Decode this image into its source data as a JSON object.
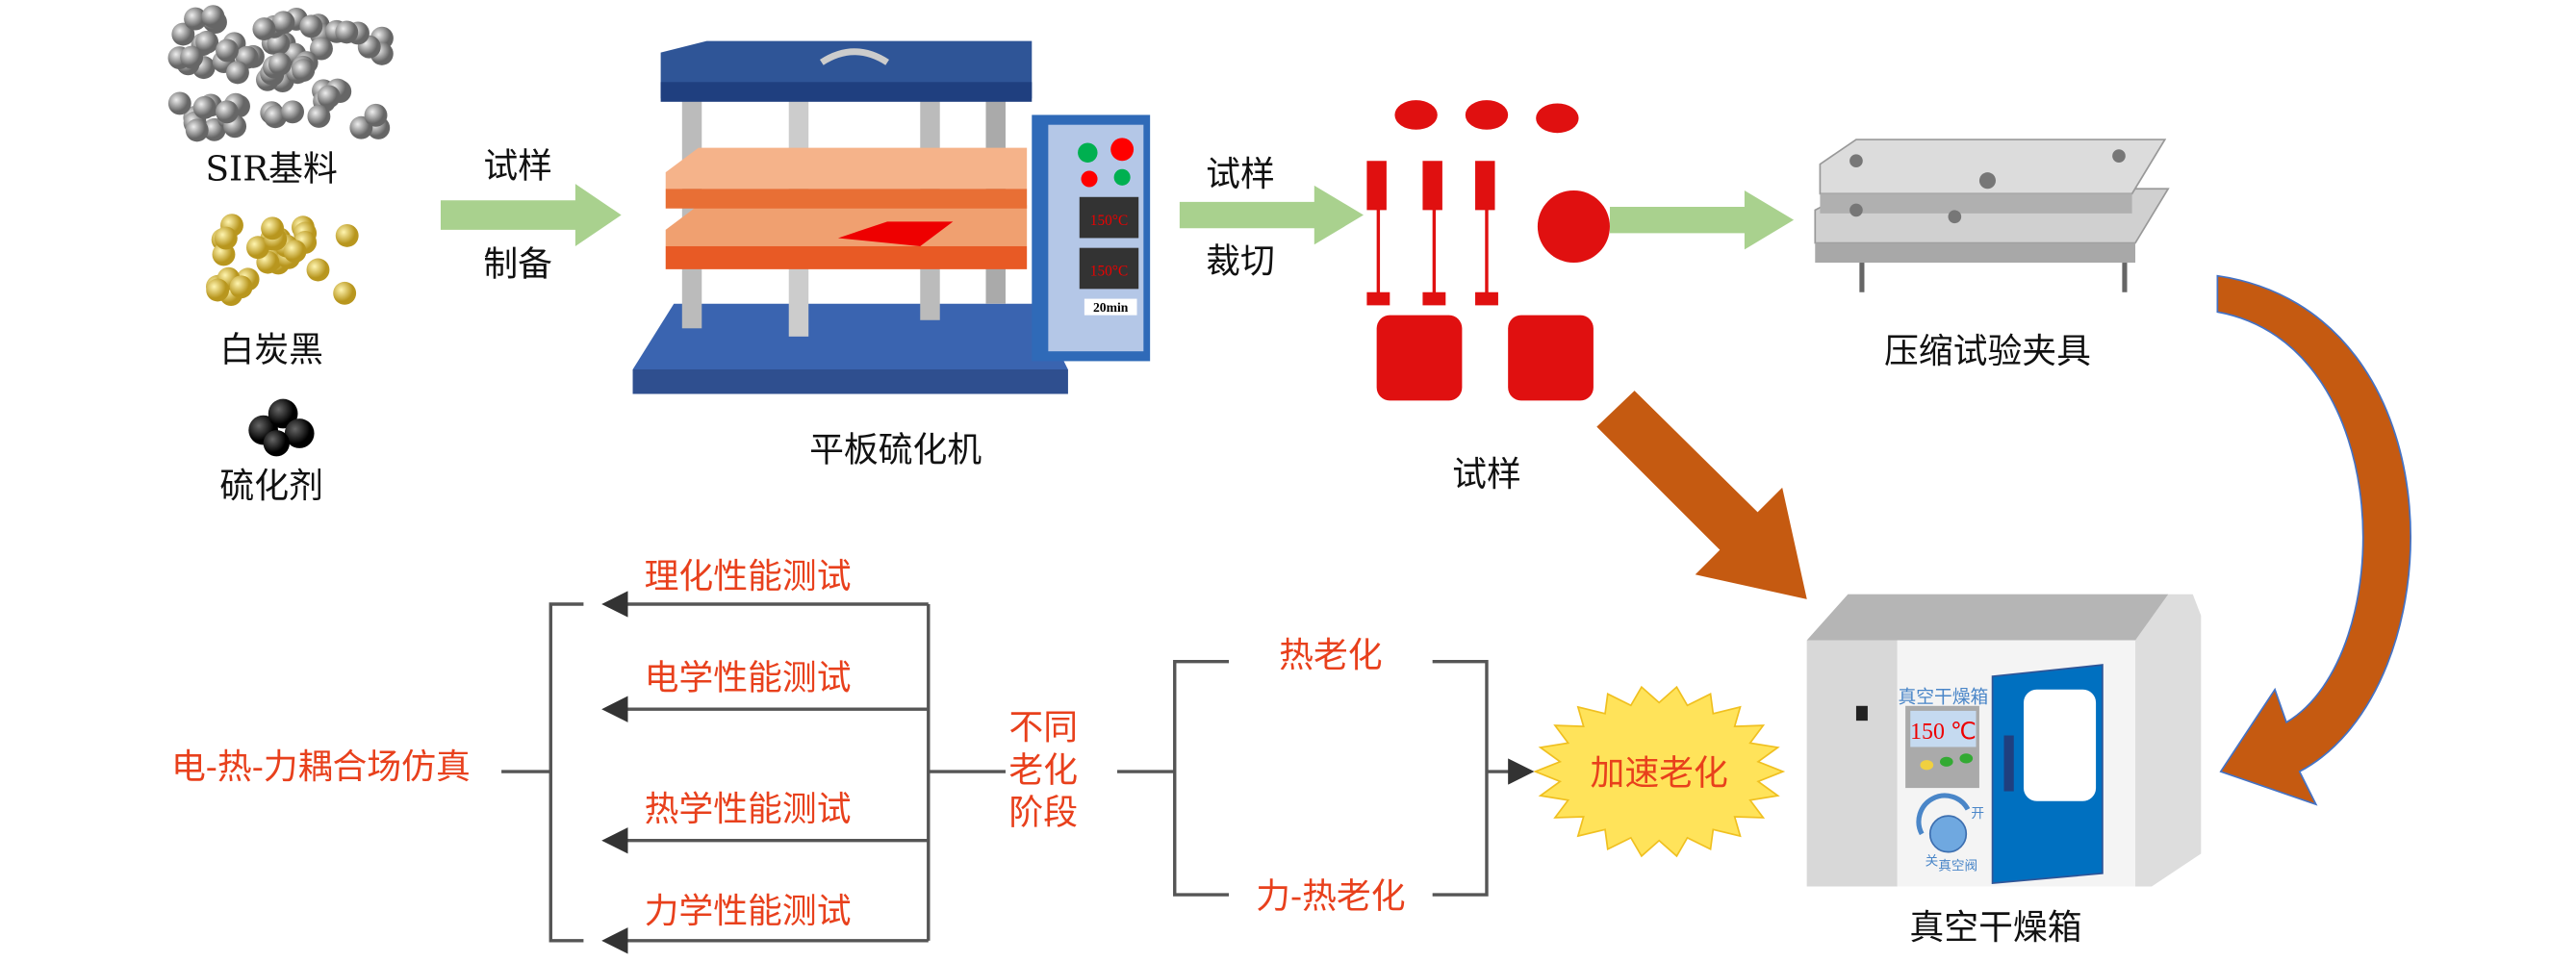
{
  "materials": {
    "sir": "SIR基料",
    "silica": "白炭黑",
    "vulcanizer": "硫化剂"
  },
  "step1": {
    "line1": "试样",
    "line2": "制备"
  },
  "press": {
    "label": "平板硫化机",
    "display1": "150°C",
    "display2": "150°C",
    "timer": "20min"
  },
  "step2": {
    "line1": "试样",
    "line2": "裁切"
  },
  "samples": {
    "label": "试样"
  },
  "clamp": {
    "label": "压缩试验夹具"
  },
  "oven": {
    "label": "真空干燥箱",
    "panel_title": "真空干燥箱",
    "temperature": "150 ℃",
    "knob_on": "开",
    "knob_off": "关",
    "knob_label": "真空阀"
  },
  "aging": {
    "burst": "加速老化",
    "types": [
      "热老化",
      "力-热老化"
    ],
    "stages": [
      "不同",
      "老化",
      "阶段"
    ]
  },
  "tests": [
    "理化性能测试",
    "电学性能测试",
    "热学性能测试",
    "力学性能测试"
  ],
  "simulation": "电-热-力耦合场仿真",
  "colors": {
    "green_arrow": "#a9d18e",
    "orange_arrow": "#c55a11",
    "red_text": "#e8401c",
    "burst": "#ffe35a",
    "press_blue": "#2f5597",
    "oven_door": "#0070c0"
  }
}
